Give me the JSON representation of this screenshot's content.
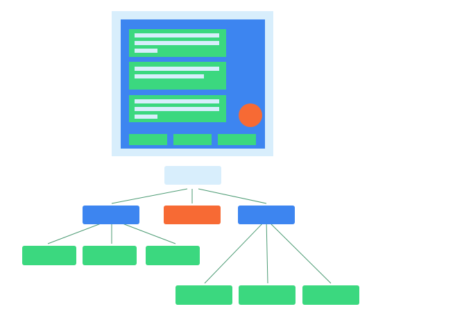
{
  "colors": {
    "frame": "#d8eefc",
    "screen": "#3d85f0",
    "card": "#3bd87f",
    "text_line": "#d8eefc",
    "fab": "#f76a34",
    "root_node": "#d8eefc",
    "branch_node": "#3d85f0",
    "selected_node": "#f76a34",
    "leaf_node": "#3bd87f",
    "connector": "#4a9a72"
  },
  "mockup": {
    "cards": [
      {
        "name": "content-card-1",
        "lines": 3
      },
      {
        "name": "content-card-2",
        "lines": 2
      },
      {
        "name": "content-card-3",
        "lines": 3
      }
    ],
    "bottom_nav_items": 3,
    "fab_icon": "circle-action-icon"
  },
  "tree": {
    "root": {
      "name": "root-node"
    },
    "children": [
      {
        "name": "branch-node-left",
        "type": "branch",
        "leaves": 3
      },
      {
        "name": "branch-node-middle",
        "type": "selected",
        "leaves": 0
      },
      {
        "name": "branch-node-right",
        "type": "branch",
        "leaves": 3
      }
    ]
  }
}
